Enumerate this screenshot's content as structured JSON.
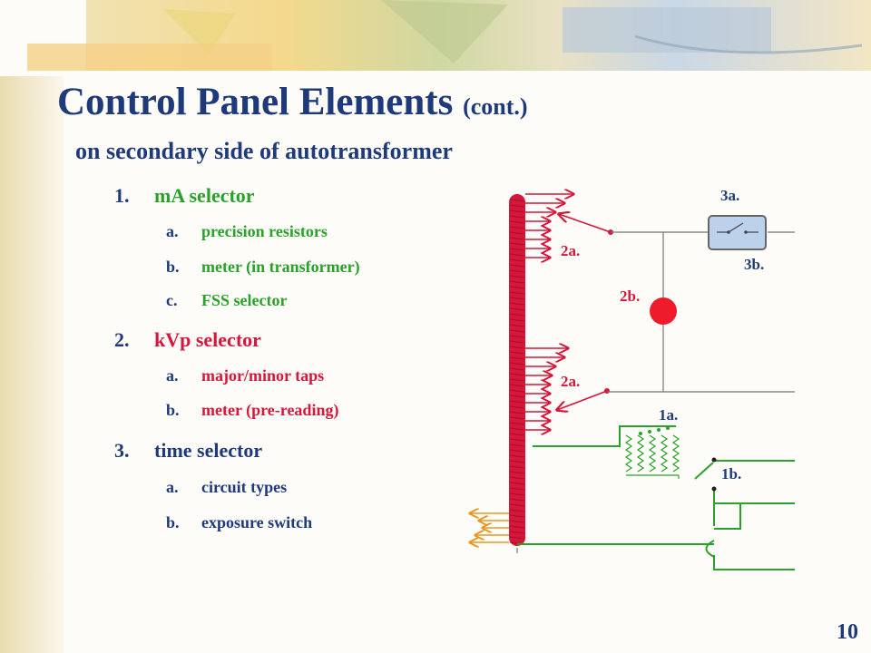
{
  "title": "Control Panel Elements",
  "title_suffix": "(cont.)",
  "subtitle": "on  secondary side of autotransformer",
  "list": [
    {
      "number": "1.",
      "label": "mA selector",
      "items": [
        {
          "letter": "a.",
          "text": "precision resistors"
        },
        {
          "letter": "b.",
          "text": "meter (in  transformer)"
        },
        {
          "letter": "c.",
          "text": "FSS selector"
        }
      ]
    },
    {
      "number": "2.",
      "label": "kVp selector",
      "items": [
        {
          "letter": "a.",
          "text": "major/minor taps"
        },
        {
          "letter": "b.",
          "text": "meter (pre-reading)"
        }
      ]
    },
    {
      "number": "3.",
      "label": "time selector",
      "items": [
        {
          "letter": "a.",
          "text": "circuit types"
        },
        {
          "letter": "b.",
          "text": "exposure switch"
        }
      ]
    }
  ],
  "diagram_labels": {
    "l3a": "3a.",
    "l3b": "3b.",
    "l2a_top": "2a.",
    "l2b": "2b.",
    "l2a_bottom": "2a.",
    "l1a": "1a.",
    "l1b": "1b."
  },
  "page_number": "10",
  "colors": {
    "title": "#1f3a7a",
    "green": "#2aa12a",
    "red": "#d4173a",
    "navy": "#1f3a7a",
    "orange": "#e8961e"
  }
}
